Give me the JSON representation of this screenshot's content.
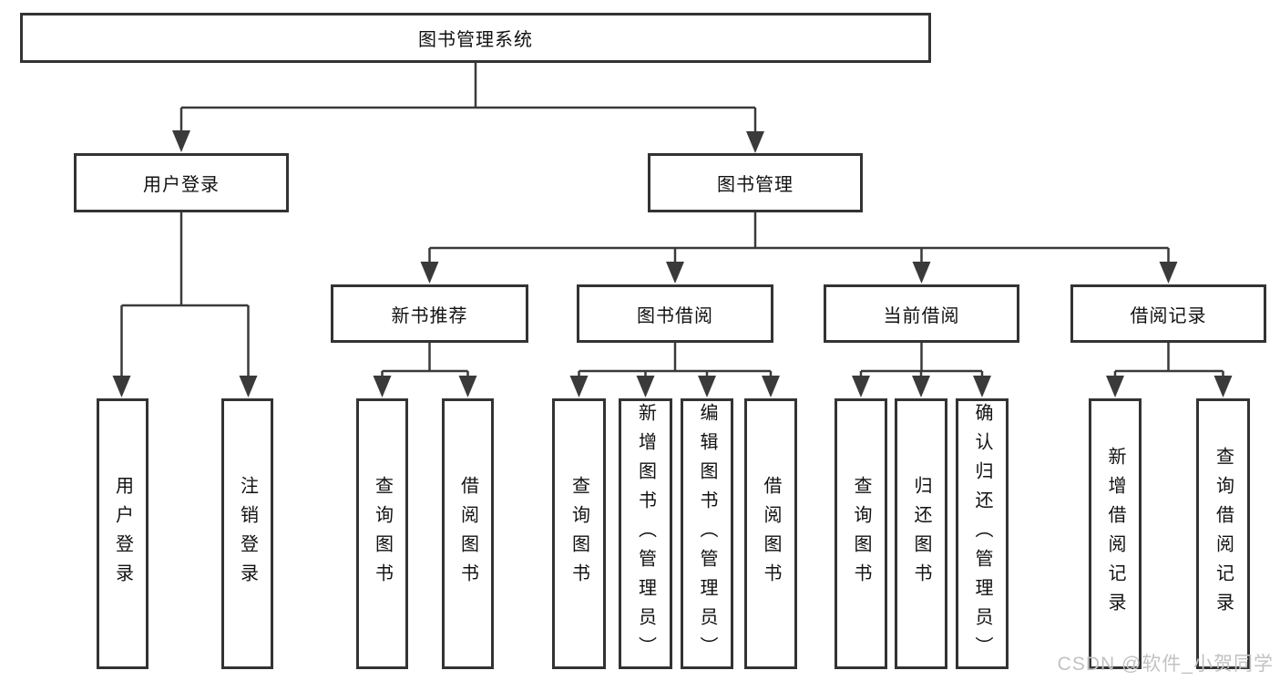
{
  "diagram": {
    "root": "图书管理系统",
    "level2": [
      "用户登录",
      "图书管理"
    ],
    "level3": [
      "新书推荐",
      "图书借阅",
      "当前借阅",
      "借阅记录"
    ],
    "leaves_login": [
      "用户登录",
      "注销登录"
    ],
    "leaves_new_book": [
      "查询图书",
      "借阅图书"
    ],
    "leaves_borrow": [
      "查询图书",
      "新增图书（管理员）",
      "编辑图书（管理员）",
      "借阅图书"
    ],
    "leaves_current": [
      "查询图书",
      "归还图书",
      "确认归还（管理员）"
    ],
    "leaves_records": [
      "新增借阅记录",
      "查询借阅记录"
    ],
    "watermark": "CSDN @软件_小贺同学",
    "colors": {
      "line": "#3a3a3a",
      "box_border": "#333333",
      "box_fill": "#ffffff",
      "text": "#111111",
      "watermark": "#c2c2c2"
    }
  }
}
